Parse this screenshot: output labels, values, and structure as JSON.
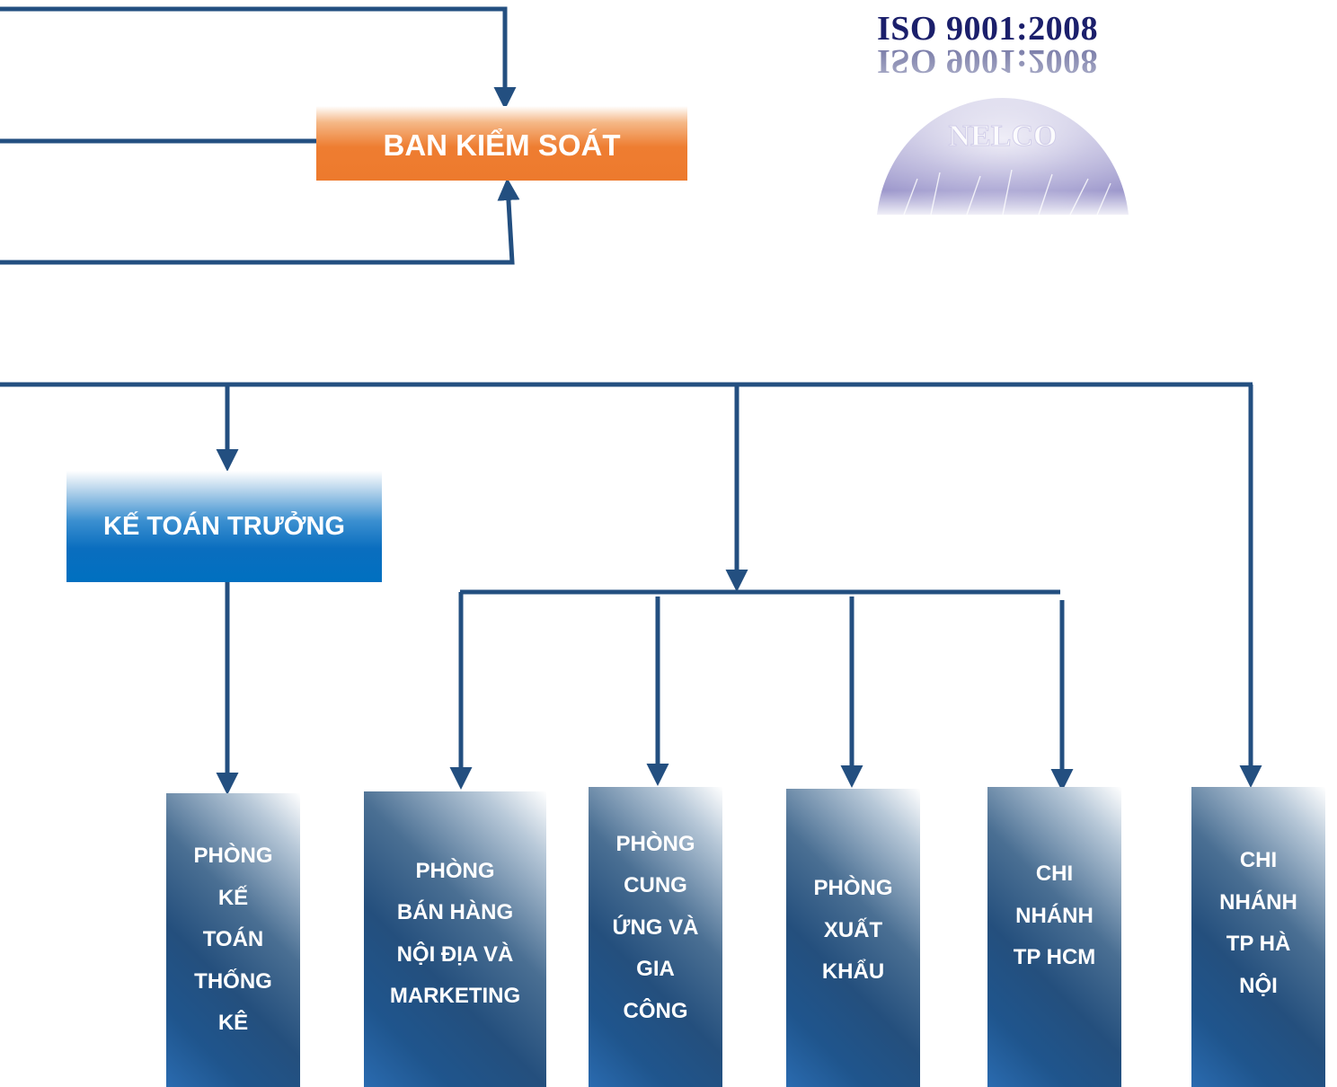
{
  "iso": {
    "title": "ISO 9001:2008",
    "reflection": "ISO 9001:2008"
  },
  "logo": {
    "text": "NELCO"
  },
  "supervisory_board": {
    "label": "BAN KIỂM SOÁT"
  },
  "chief_accountant": {
    "label": "KẾ TOÁN TRƯỞNG"
  },
  "departments": [
    {
      "label": "PHÒNG\nKẾ\nTOÁN\nTHỐNG\nKÊ"
    },
    {
      "label": "PHÒNG\nBÁN HÀNG\nNỘI ĐỊA VÀ\nMARKETING"
    },
    {
      "label": "PHÒNG\nCUNG\nỨNG VÀ\nGIA\nCÔNG"
    },
    {
      "label": "PHÒNG\nXUẤT\nKHẨU"
    },
    {
      "label": "CHI\nNHÁNH\nTP HCM"
    },
    {
      "label": "CHI\nNHÁNH\nTP HÀ\nNỘI"
    }
  ],
  "colors": {
    "connector": "#234f80",
    "supervisory_board": "#ed7d31",
    "chief_accountant": "#0070c0",
    "department": "#1f4e79",
    "iso_text": "#1b1f6b"
  }
}
